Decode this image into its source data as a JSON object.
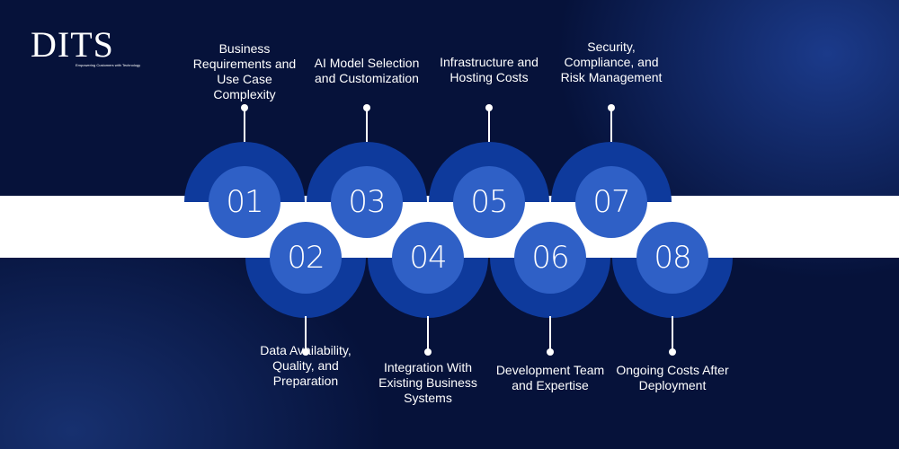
{
  "logo": {
    "text": "DITS",
    "tagline": "Empowering Customers with Technology"
  },
  "colors": {
    "background": "#06123a",
    "outer": "#0e3a9c",
    "inner": "#2f60c6",
    "band": "#ffffff"
  },
  "items": [
    {
      "number": "01",
      "label": "Business Requirements and Use Case Complexity",
      "position": "top"
    },
    {
      "number": "02",
      "label": "Data Availability, Quality, and Preparation",
      "position": "bottom"
    },
    {
      "number": "03",
      "label": "AI Model Selection and Customization",
      "position": "top"
    },
    {
      "number": "04",
      "label": "Integration With Existing Business Systems",
      "position": "bottom"
    },
    {
      "number": "05",
      "label": "Infrastructure and Hosting Costs",
      "position": "top"
    },
    {
      "number": "06",
      "label": "Development Team and Expertise",
      "position": "bottom"
    },
    {
      "number": "07",
      "label": "Security, Compliance, and Risk Management",
      "position": "top"
    },
    {
      "number": "08",
      "label": "Ongoing Costs After Deployment",
      "position": "bottom"
    }
  ]
}
